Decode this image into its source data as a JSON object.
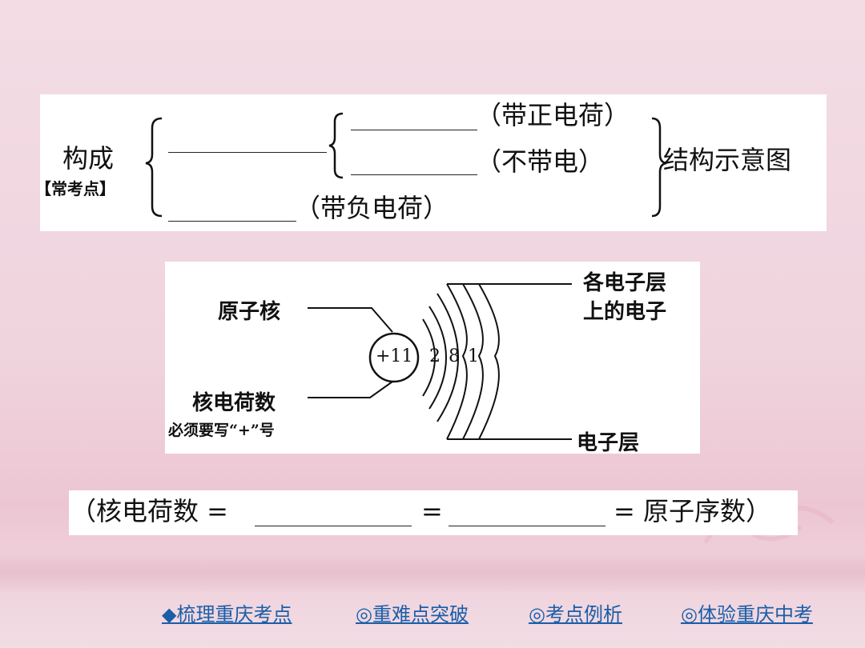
{
  "composition": {
    "left_label": "构成",
    "badge": "【常考点】",
    "positive_suffix": "（带正电荷）",
    "neutral_suffix": "（不带电）",
    "negative_suffix": "（带负电荷）",
    "right_label": "结构示意图"
  },
  "diagram": {
    "nucleus_label": "原子核",
    "nucleus_value": "+11",
    "charge_label": "核电荷数",
    "charge_note": "必须要写“+”号",
    "shell_numbers": [
      "2",
      "8",
      "1"
    ],
    "electrons_label_line1": "各电子层",
    "electrons_label_line2": "上的电子",
    "shell_label": "电子层"
  },
  "formula": {
    "open": "（核电荷数 =",
    "eq": "=",
    "close": "= 原子序数）"
  },
  "nav": {
    "item1": "◆梳理重庆考点",
    "item2": "◎重难点突破",
    "item3": "◎考点例析",
    "item4": "◎体验重庆中考"
  },
  "colors": {
    "nav_link": "#1a5ea8",
    "background": "#f0d6df"
  }
}
